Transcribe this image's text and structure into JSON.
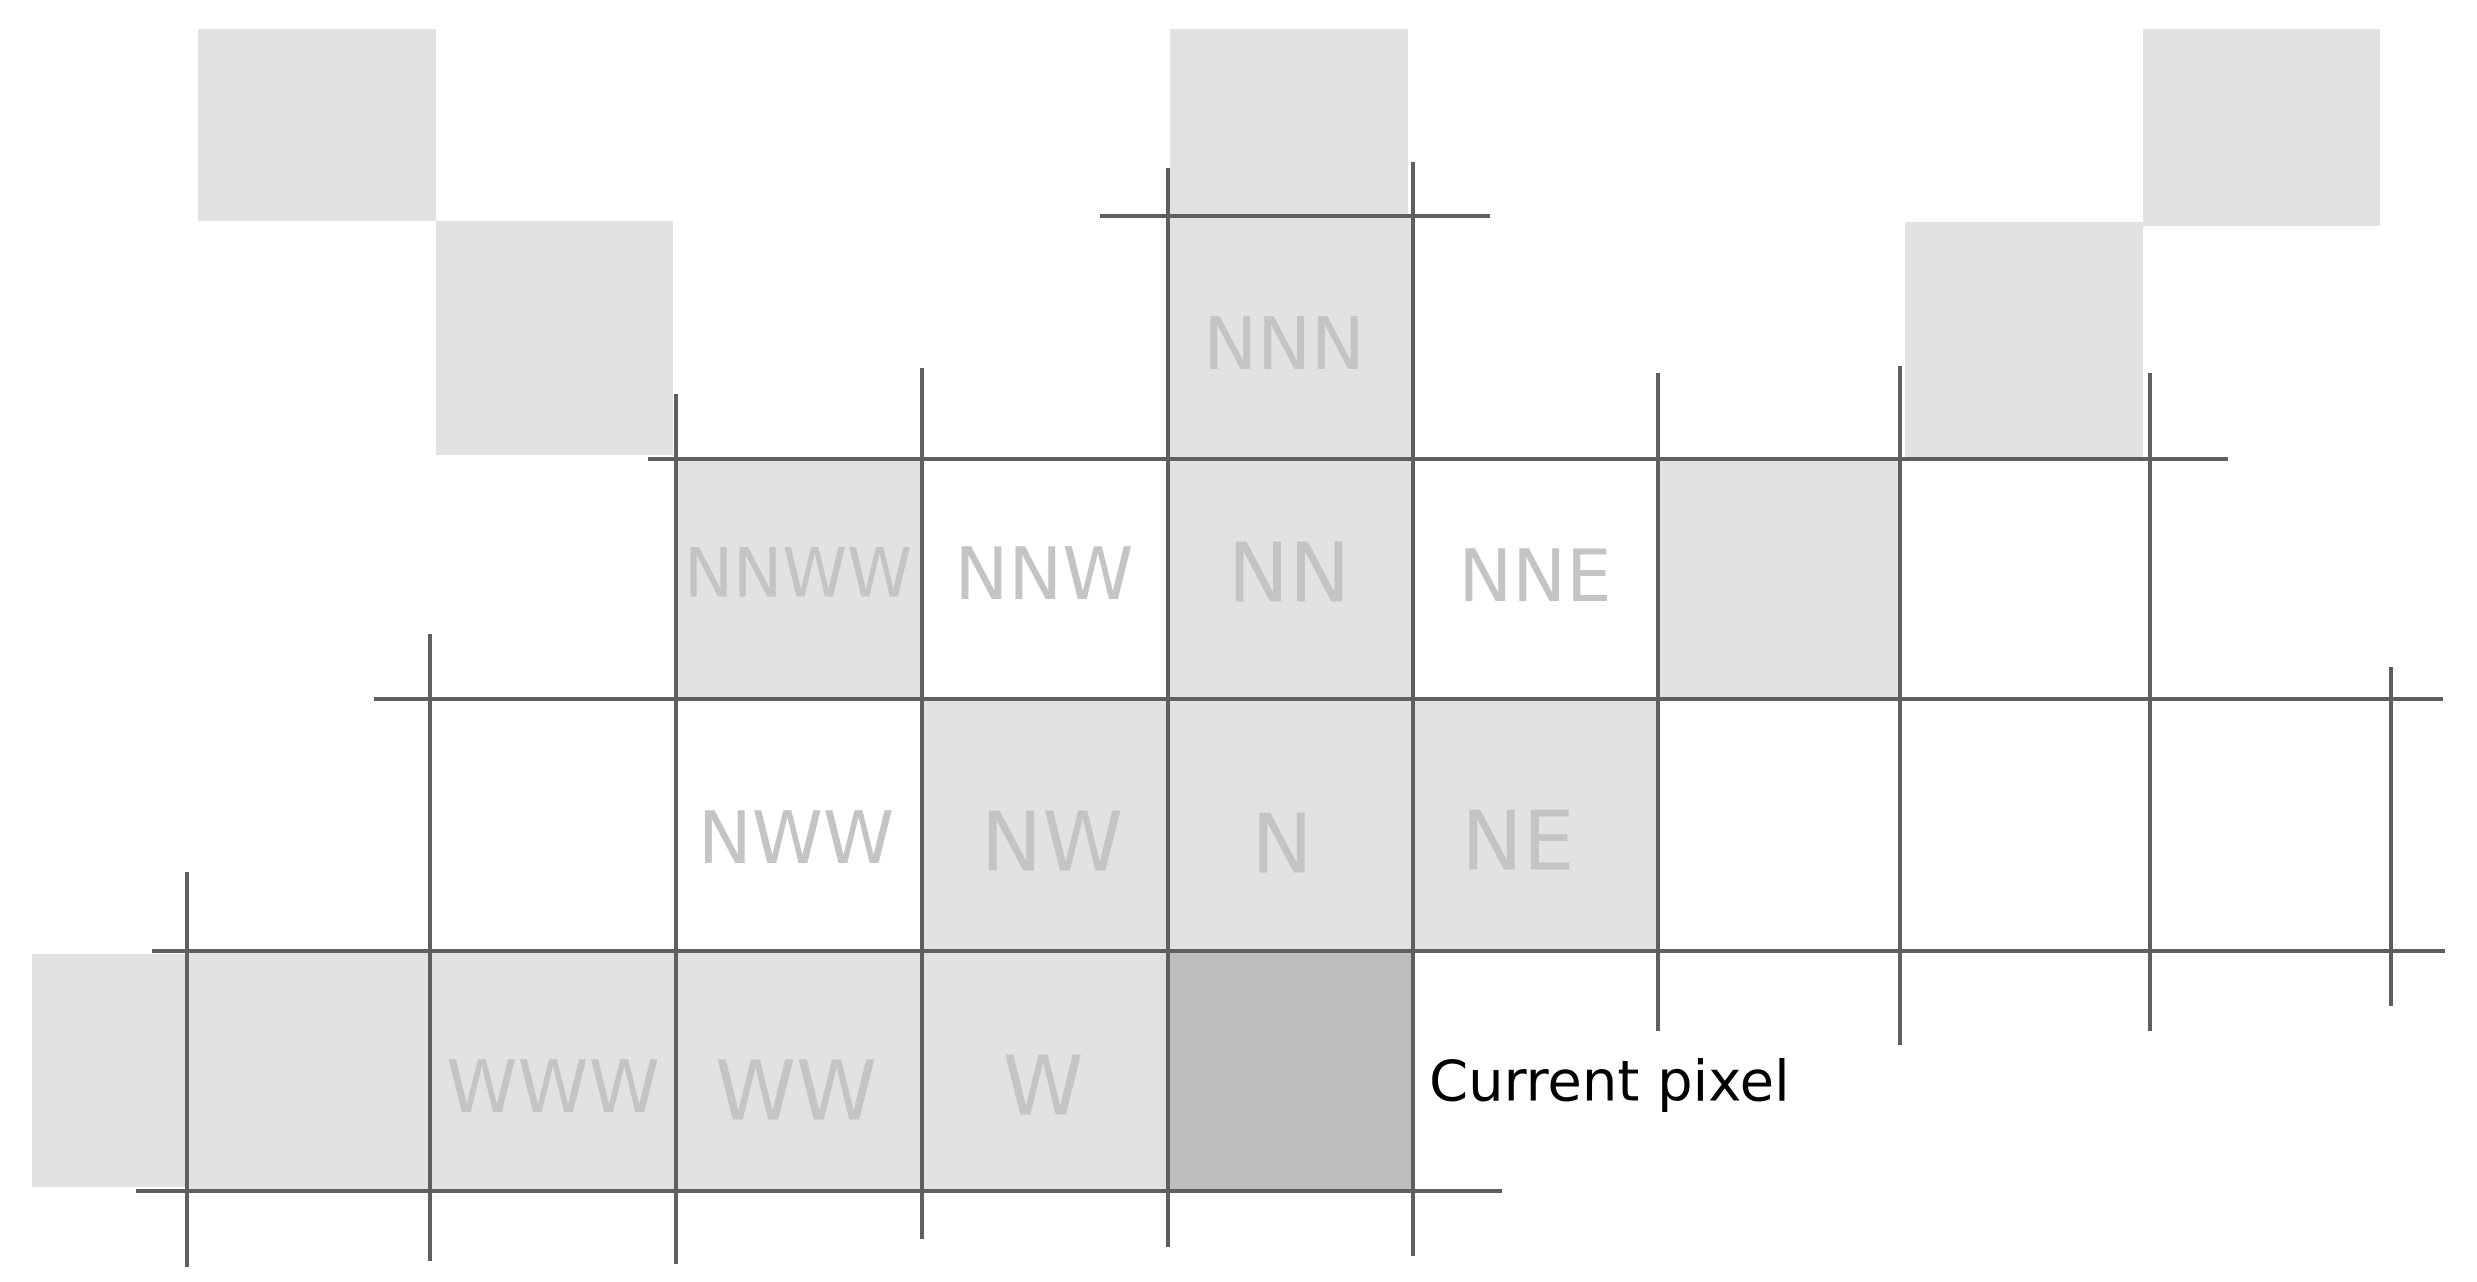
{
  "colors": {
    "background": "#ffffff",
    "shaded_cell": "#e2e2e2",
    "current_cell": "#bebebe",
    "grid_line": "#5f5f5f",
    "cell_label": "#c4c4c4",
    "annotation_text": "#000000"
  },
  "cell_labels": {
    "nnn": "NNN",
    "nnww": "NNWW",
    "nnw": "NNW",
    "nn": "NN",
    "nne": "NNE",
    "nww": "NWW",
    "nw": "NW",
    "n": "N",
    "ne": "NE",
    "www": "WWW",
    "ww": "WW",
    "w": "W"
  },
  "annotation": {
    "current_pixel": "Current pixel"
  }
}
